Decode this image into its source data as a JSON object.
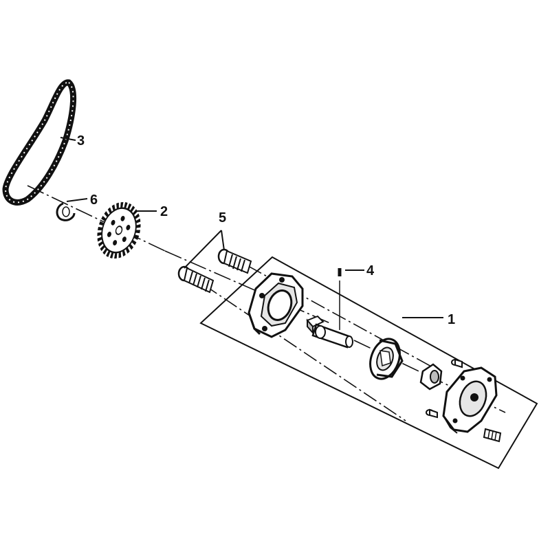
{
  "diagram": {
    "callouts": [
      {
        "id": "1",
        "label": "1"
      },
      {
        "id": "2",
        "label": "2"
      },
      {
        "id": "3",
        "label": "3"
      },
      {
        "id": "4",
        "label": "4"
      },
      {
        "id": "5",
        "label": "5"
      },
      {
        "id": "6",
        "label": "6"
      }
    ]
  },
  "colors": {
    "ink": "#111111",
    "fill_light": "#e6e6e6",
    "fill_mid": "#bdbdbd",
    "background": "#ffffff"
  }
}
